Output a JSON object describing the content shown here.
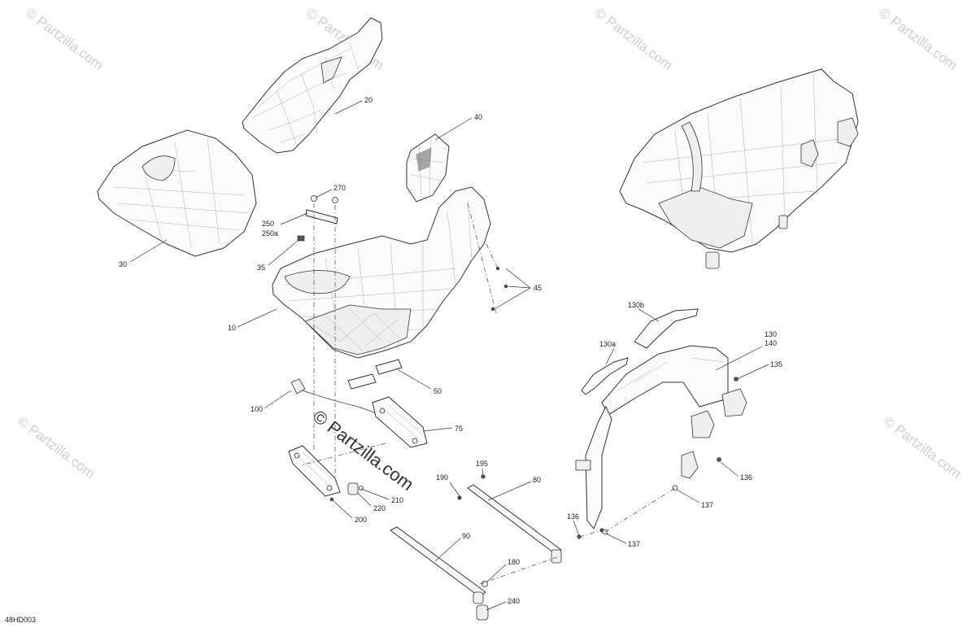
{
  "diagram_code": "48HD003",
  "watermark_text": "© Partzilla.com",
  "watermark_center_text": "© Partzilla.com",
  "callouts": {
    "c20": "20",
    "c30": "30",
    "c40": "40",
    "c270": "270",
    "c250": "250",
    "c250a": "250a",
    "c35": "35",
    "c45": "45",
    "c10": "10",
    "c50": "50",
    "c100": "100",
    "c75": "75",
    "c130b": "130b",
    "c130a": "130a",
    "c130": "130",
    "c140": "140",
    "c135": "135",
    "c136a": "136",
    "c136b": "136",
    "c137a": "137",
    "c137b": "137",
    "c195": "195",
    "c190": "190",
    "c80": "80",
    "c210": "210",
    "c220": "220",
    "c200": "200",
    "c90": "90",
    "c180": "180",
    "c240": "240"
  }
}
